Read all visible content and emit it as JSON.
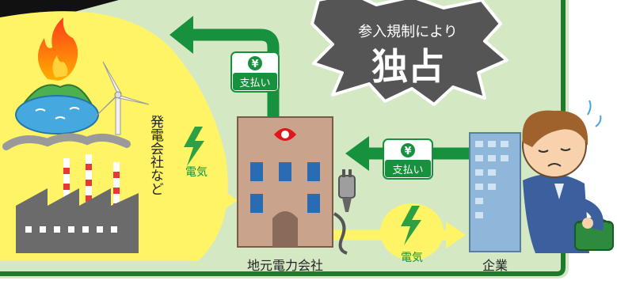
{
  "banner": {
    "line1": "参入規制により",
    "line2": "独占"
  },
  "payment_top": {
    "yen": "¥",
    "label": "支払い"
  },
  "payment_mid": {
    "yen": "¥",
    "label": "支払い"
  },
  "electricity_left": {
    "label": "電気"
  },
  "electricity_right": {
    "label": "電気"
  },
  "generators": {
    "label": "発電会社など"
  },
  "utility": {
    "label": "地元電力会社"
  },
  "company": {
    "label": "企業"
  },
  "colors": {
    "background": "#d5e8c4",
    "green": "#17913d",
    "yellow": "#fff466",
    "building": "#c9a38c",
    "border": "#1f7a2e"
  },
  "icons": [
    "fire-icon",
    "mountain-lake-icon",
    "wind-turbine-icon",
    "factory-icon",
    "power-plug-icon",
    "lightning-icon",
    "yen-icon",
    "office-building-icon",
    "worried-man-icon",
    "wallet-icon"
  ]
}
